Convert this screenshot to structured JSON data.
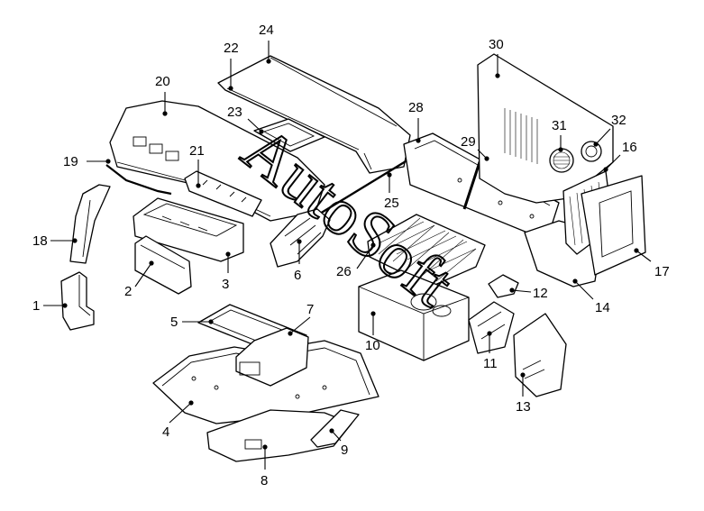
{
  "watermark": "AutoSoft",
  "colors": {
    "ink": "#000000",
    "paper": "#ffffff"
  },
  "callouts": [
    {
      "id": "1",
      "label": "1"
    },
    {
      "id": "2",
      "label": "2"
    },
    {
      "id": "3",
      "label": "3"
    },
    {
      "id": "4",
      "label": "4"
    },
    {
      "id": "5",
      "label": "5"
    },
    {
      "id": "6",
      "label": "6"
    },
    {
      "id": "7",
      "label": "7"
    },
    {
      "id": "8",
      "label": "8"
    },
    {
      "id": "9",
      "label": "9"
    },
    {
      "id": "10",
      "label": "10"
    },
    {
      "id": "11",
      "label": "11"
    },
    {
      "id": "12",
      "label": "12"
    },
    {
      "id": "13",
      "label": "13"
    },
    {
      "id": "14",
      "label": "14"
    },
    {
      "id": "16",
      "label": "16"
    },
    {
      "id": "17",
      "label": "17"
    },
    {
      "id": "18",
      "label": "18"
    },
    {
      "id": "19",
      "label": "19"
    },
    {
      "id": "20",
      "label": "20"
    },
    {
      "id": "21",
      "label": "21"
    },
    {
      "id": "22",
      "label": "22"
    },
    {
      "id": "23",
      "label": "23"
    },
    {
      "id": "24",
      "label": "24"
    },
    {
      "id": "25",
      "label": "25"
    },
    {
      "id": "26",
      "label": "26"
    },
    {
      "id": "28",
      "label": "28"
    },
    {
      "id": "29",
      "label": "29"
    },
    {
      "id": "30",
      "label": "30"
    },
    {
      "id": "31",
      "label": "31"
    },
    {
      "id": "32",
      "label": "32"
    }
  ]
}
